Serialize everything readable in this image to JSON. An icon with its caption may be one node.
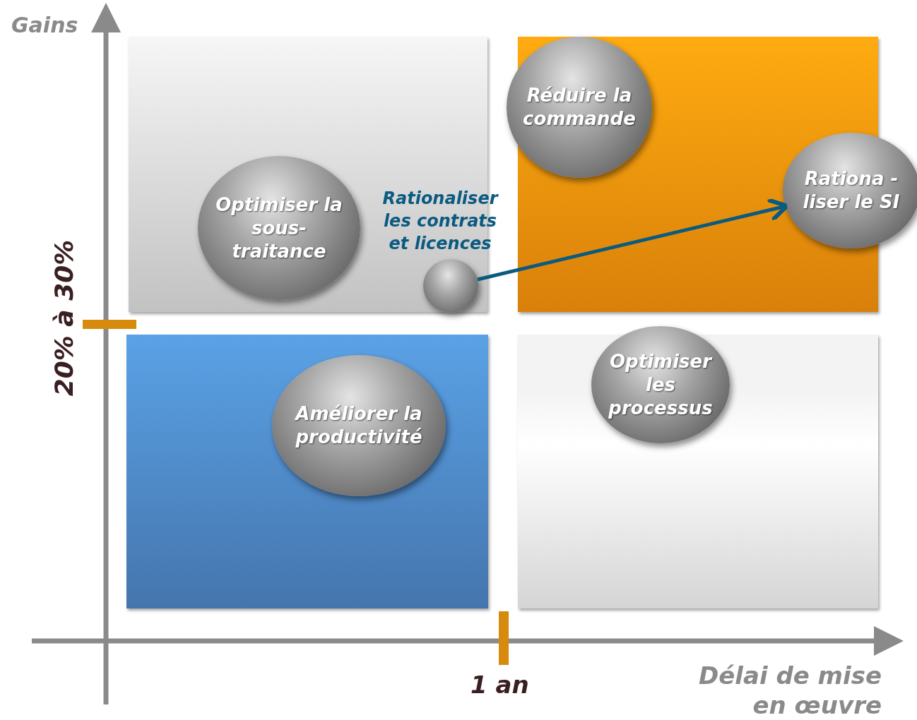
{
  "diagram": {
    "nodes": [
      {
        "text": [
          "Réduire la commande"
        ]
      },
      {
        "text": [
          "Rationa -liser le SI"
        ]
      },
      {
        "text": [
          "Optimiser la sous-traitance"
        ]
      },
      {
        "text": [],
        "shape": "circle",
        "beside": [
          "Rationaliser les contrats et licences"
        ]
      },
      {
        "text": [
          "Optimiser les processus"
        ]
      },
      {
        "text": [
          "Améliorer la productivité"
        ]
      }
    ],
    "edges": [
      {
        "from": 3,
        "to": 1,
        "arrow": "to"
      }
    ],
    "labels": [
      "Gains",
      "20% à 30%",
      "1 an",
      "Délai de mise en œuvre"
    ]
  }
}
